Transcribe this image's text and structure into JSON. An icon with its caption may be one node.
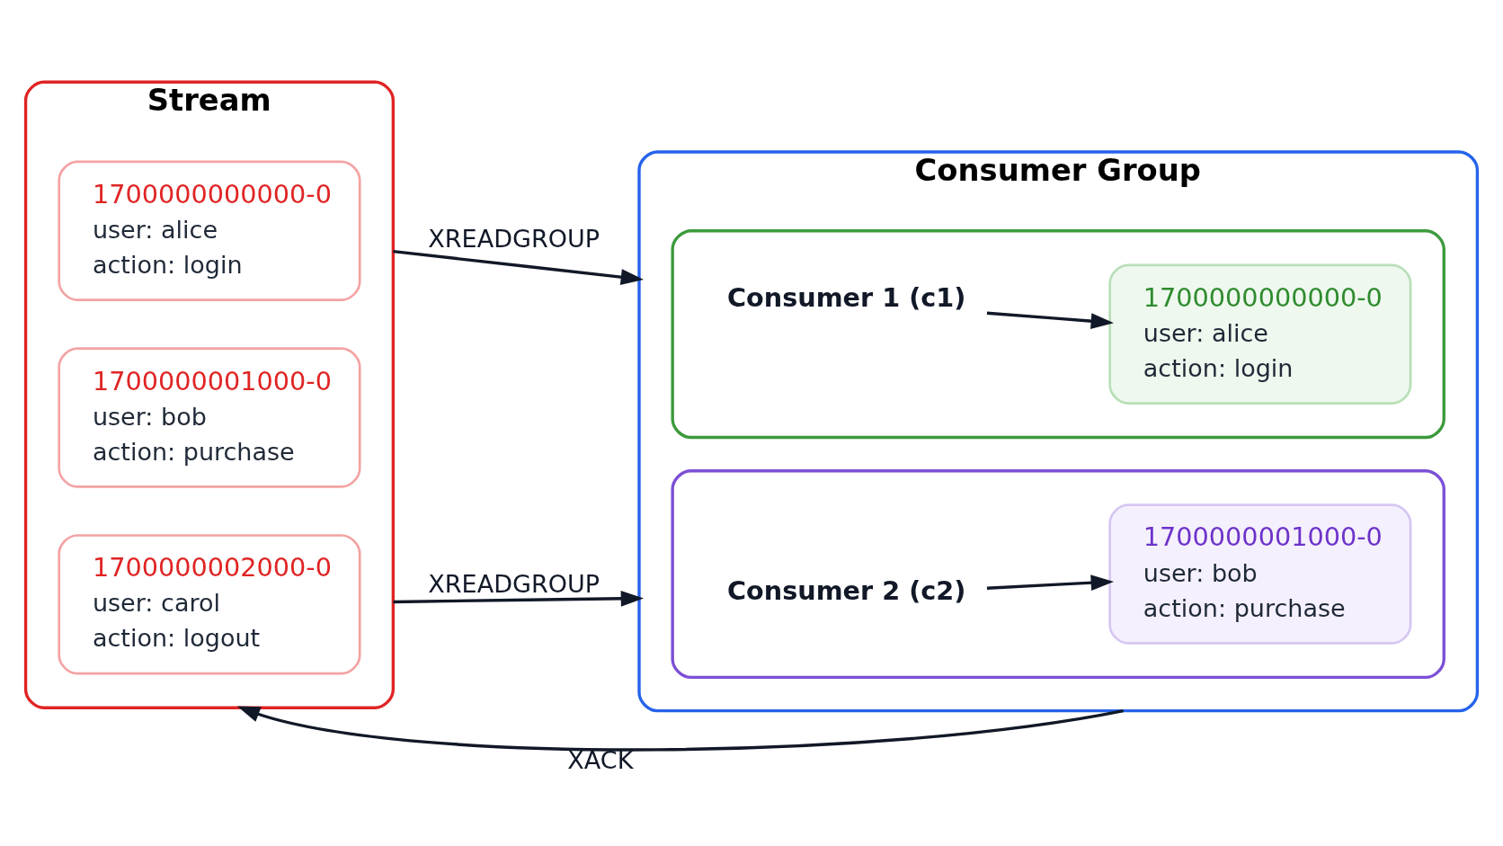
{
  "diagram": {
    "nodes": [
      {
        "text": [
          "Stream"
        ]
      },
      {
        "text": [
          "1700000000000-0",
          "user: alice",
          "action: login"
        ],
        "in": 0
      },
      {
        "text": [
          "1700000001000-0",
          "user: bob",
          "action: purchase"
        ],
        "in": 0
      },
      {
        "text": [
          "1700000002000-0",
          "user: carol",
          "action: logout"
        ],
        "in": 0
      },
      {
        "text": [
          "Consumer Group"
        ]
      },
      {
        "text": [],
        "shape": "box",
        "in": 4
      },
      {
        "text": [
          "Consumer 1 (c1)"
        ],
        "in": 5
      },
      {
        "text": [
          "1700000000000-0",
          "user: alice",
          "action: login"
        ],
        "in": 5
      },
      {
        "text": [],
        "shape": "box",
        "in": 4
      },
      {
        "text": [
          "Consumer 2 (c2)"
        ],
        "in": 8
      },
      {
        "text": [
          "1700000001000-0",
          "user: bob",
          "action: purchase"
        ],
        "in": 8
      }
    ],
    "edges": [
      {
        "from": 0,
        "to": 4,
        "arrow": "to",
        "label": "XREADGROUP"
      },
      {
        "from": 0,
        "to": 4,
        "arrow": "to",
        "label": "XREADGROUP"
      },
      {
        "from": 6,
        "to": 7,
        "arrow": "to"
      },
      {
        "from": 9,
        "to": 10,
        "arrow": "to"
      },
      {
        "from": 4,
        "to": 0,
        "arrow": "to",
        "label": "XACK"
      }
    ]
  }
}
